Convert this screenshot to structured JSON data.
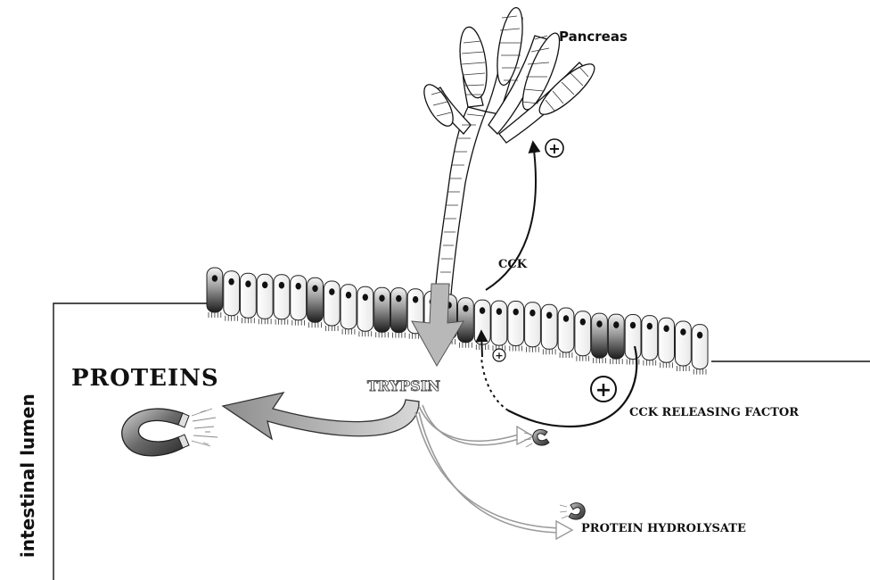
{
  "labels": {
    "pancreas": "Pancreas",
    "cck": "CCK",
    "plus_big": "+",
    "plus_small": "+",
    "plus_top": "+",
    "proteins": "PROTEINS",
    "trypsin": "TRYPSIN",
    "cck_releasing_factor": "CCK RELEASING FACTOR",
    "protein_hydrolysate": "PROTEIN HYDROLYSATE",
    "intestinal_lumen": "intestinal lumen"
  },
  "colors": {
    "line": "#111111",
    "cell_dark": "#2a2a2a",
    "arrow_gray": "#a8a8a8",
    "arrow_light": "#cfcfcf",
    "trypsin_fill": "#e6e6e6"
  },
  "icons": [
    "magnet-icon",
    "magnet-small-icon",
    "plus-circle-icon"
  ]
}
